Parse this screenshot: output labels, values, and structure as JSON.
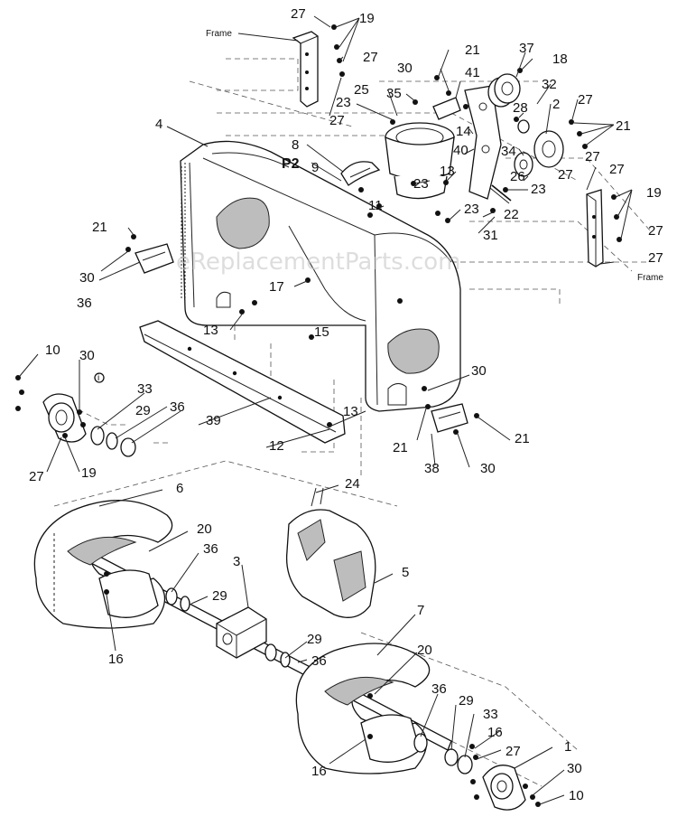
{
  "watermark": "eReplacementParts.com",
  "frame_labels": [
    "Frame",
    "Frame"
  ],
  "housing_label": "P2",
  "callouts": [
    {
      "id": "c27a",
      "text": "27"
    },
    {
      "id": "c19a",
      "text": "19"
    },
    {
      "id": "c27b",
      "text": "27"
    },
    {
      "id": "c27c",
      "text": "27"
    },
    {
      "id": "c21a",
      "text": "21"
    },
    {
      "id": "c30a",
      "text": "30"
    },
    {
      "id": "c41",
      "text": "41"
    },
    {
      "id": "c37",
      "text": "37"
    },
    {
      "id": "c18",
      "text": "18"
    },
    {
      "id": "c32",
      "text": "32"
    },
    {
      "id": "c2",
      "text": "2"
    },
    {
      "id": "c27d",
      "text": "27"
    },
    {
      "id": "c21b",
      "text": "21"
    },
    {
      "id": "c35",
      "text": "35"
    },
    {
      "id": "c23a",
      "text": "23"
    },
    {
      "id": "c25",
      "text": "25"
    },
    {
      "id": "c28",
      "text": "28"
    },
    {
      "id": "c14",
      "text": "14"
    },
    {
      "id": "c40",
      "text": "40"
    },
    {
      "id": "c34",
      "text": "34"
    },
    {
      "id": "c27e",
      "text": "27"
    },
    {
      "id": "c4",
      "text": "4"
    },
    {
      "id": "c8",
      "text": "8"
    },
    {
      "id": "c9",
      "text": "9"
    },
    {
      "id": "c23b",
      "text": "23"
    },
    {
      "id": "c13a",
      "text": "13"
    },
    {
      "id": "c26",
      "text": "26"
    },
    {
      "id": "c23c",
      "text": "23"
    },
    {
      "id": "c27f",
      "text": "27"
    },
    {
      "id": "c27g",
      "text": "27"
    },
    {
      "id": "c19b",
      "text": "19"
    },
    {
      "id": "c11",
      "text": "11"
    },
    {
      "id": "c23d",
      "text": "23"
    },
    {
      "id": "c22",
      "text": "22"
    },
    {
      "id": "c21c",
      "text": "21"
    },
    {
      "id": "c31",
      "text": "31"
    },
    {
      "id": "c27h",
      "text": "27"
    },
    {
      "id": "c27i",
      "text": "27"
    },
    {
      "id": "c30b",
      "text": "30"
    },
    {
      "id": "c36a",
      "text": "36"
    },
    {
      "id": "c17",
      "text": "17"
    },
    {
      "id": "c13b",
      "text": "13"
    },
    {
      "id": "c15",
      "text": "15"
    },
    {
      "id": "c10a",
      "text": "10"
    },
    {
      "id": "c30c",
      "text": "30"
    },
    {
      "id": "c33a",
      "text": "33"
    },
    {
      "id": "c36b",
      "text": "36"
    },
    {
      "id": "c29a",
      "text": "29"
    },
    {
      "id": "c30d",
      "text": "30"
    },
    {
      "id": "c13c",
      "text": "13"
    },
    {
      "id": "c39",
      "text": "39"
    },
    {
      "id": "c12",
      "text": "12"
    },
    {
      "id": "c21d",
      "text": "21"
    },
    {
      "id": "c21e",
      "text": "21"
    },
    {
      "id": "c27j",
      "text": "27"
    },
    {
      "id": "c19c",
      "text": "19"
    },
    {
      "id": "c38",
      "text": "38"
    },
    {
      "id": "c30e",
      "text": "30"
    },
    {
      "id": "c24",
      "text": "24"
    },
    {
      "id": "c6",
      "text": "6"
    },
    {
      "id": "c20a",
      "text": "20"
    },
    {
      "id": "c36c",
      "text": "36"
    },
    {
      "id": "c3",
      "text": "3"
    },
    {
      "id": "c5",
      "text": "5"
    },
    {
      "id": "c29b",
      "text": "29"
    },
    {
      "id": "c16a",
      "text": "16"
    },
    {
      "id": "c7",
      "text": "7"
    },
    {
      "id": "c29c",
      "text": "29"
    },
    {
      "id": "c36d",
      "text": "36"
    },
    {
      "id": "c20b",
      "text": "20"
    },
    {
      "id": "c36e",
      "text": "36"
    },
    {
      "id": "c29d",
      "text": "29"
    },
    {
      "id": "c33b",
      "text": "33"
    },
    {
      "id": "c16b",
      "text": "16"
    },
    {
      "id": "c27k",
      "text": "27"
    },
    {
      "id": "c1",
      "text": "1"
    },
    {
      "id": "c30f",
      "text": "30"
    },
    {
      "id": "c10b",
      "text": "10"
    },
    {
      "id": "c16c",
      "text": "16"
    }
  ]
}
